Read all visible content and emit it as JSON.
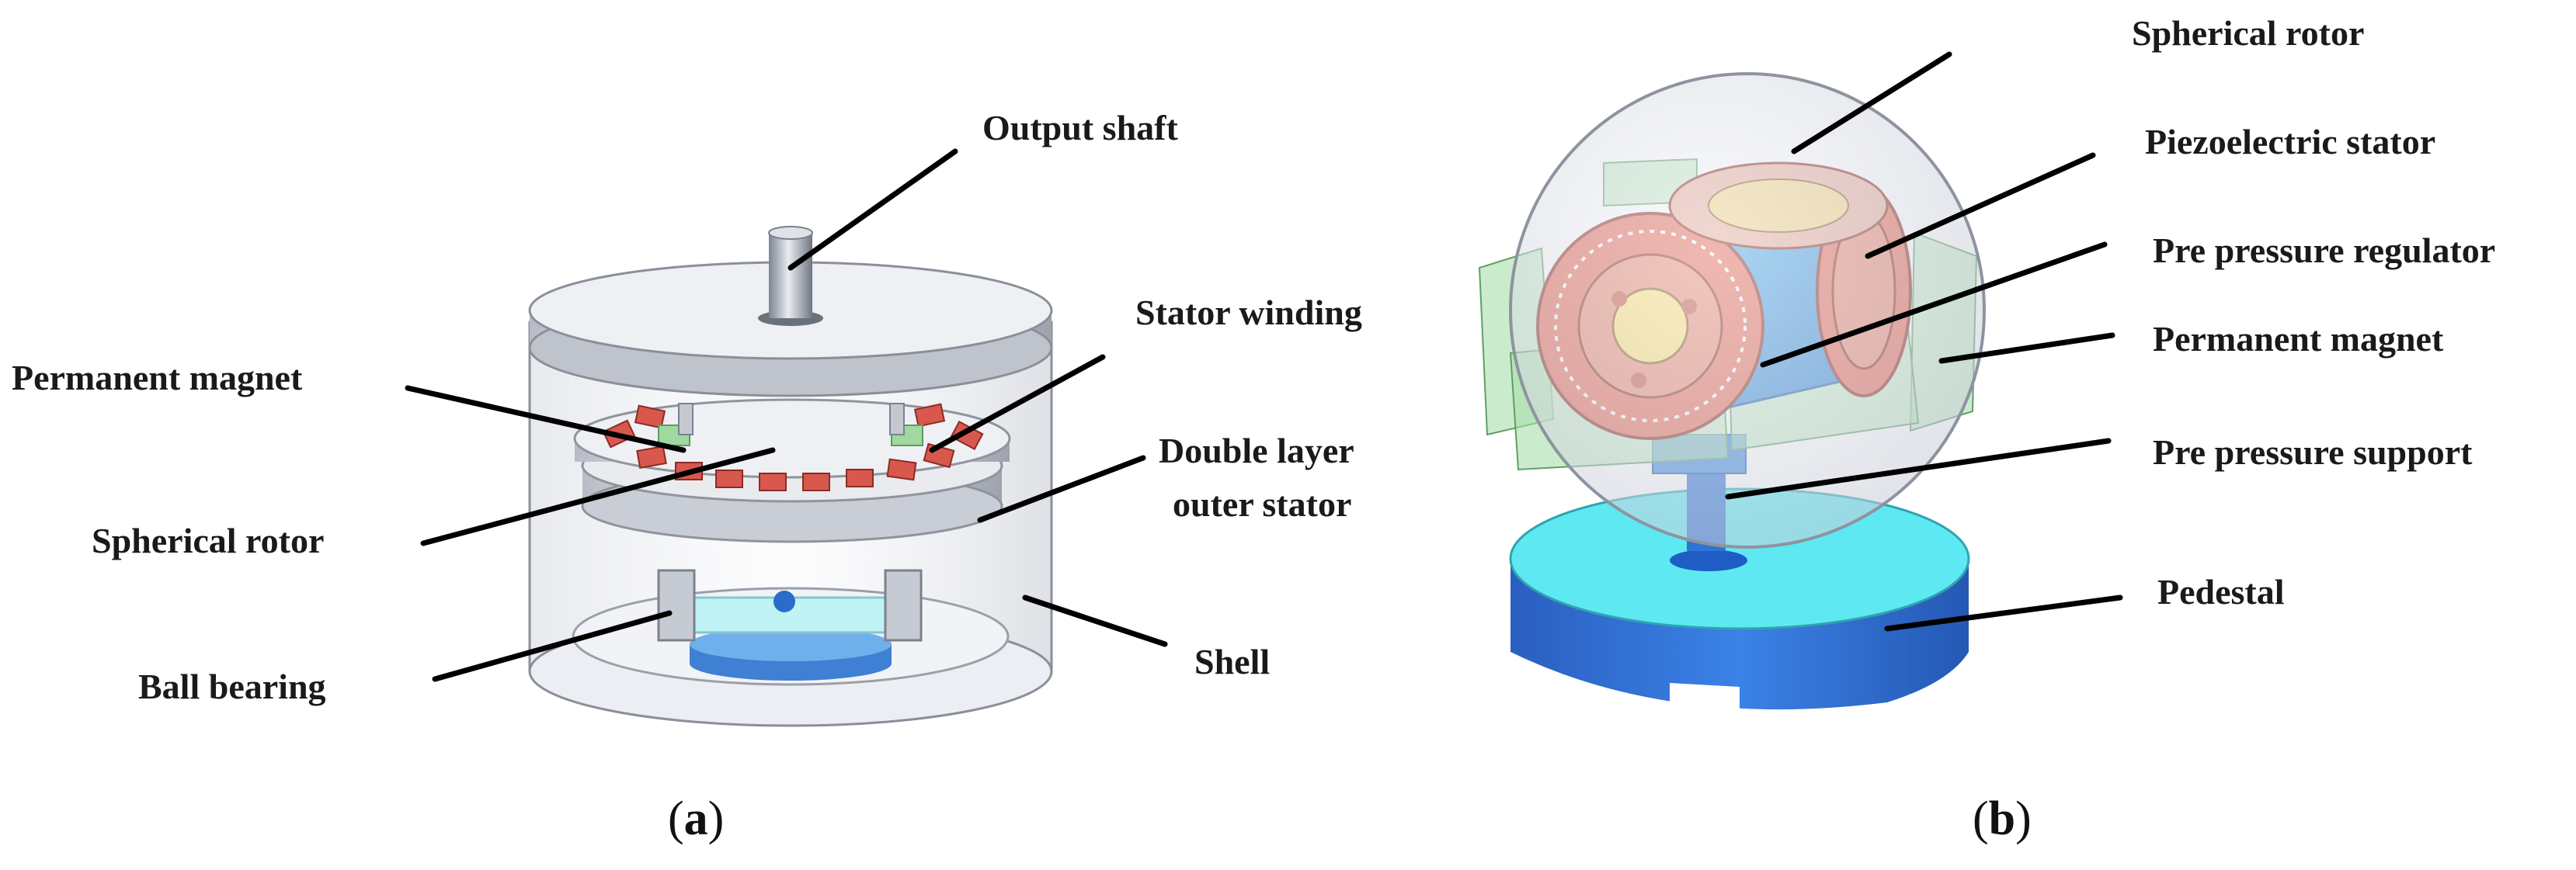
{
  "panels": [
    {
      "caption_open": "(",
      "caption_letter": "a",
      "caption_close": ")",
      "labels": {
        "output_shaft": "Output shaft",
        "stator_winding": "Stator winding",
        "permanent_magnet": "Permanent magnet",
        "double_layer_line1": "Double layer",
        "double_layer_line2": "outer stator",
        "spherical_rotor": "Spherical rotor",
        "shell": "Shell",
        "ball_bearing": "Ball bearing"
      }
    },
    {
      "caption_open": "(",
      "caption_letter": "b",
      "caption_close": ")",
      "labels": {
        "spherical_rotor": "Spherical rotor",
        "piezoelectric_stator": "Piezoelectric stator",
        "pre_pressure_regulator": "Pre pressure regulator",
        "permanent_magnet": "Permanent magnet",
        "pre_pressure_support": "Pre pressure support",
        "pedestal": "Pedestal"
      }
    }
  ],
  "colors": {
    "coil": "#d8584e",
    "magnet_green": "#9fd9a0",
    "pedestal_top": "#5ee8f2",
    "pedestal_side": "#2f6fd3",
    "rotor_blue": "#3ca3e6",
    "disc": "#e76a56",
    "disc_center": "#ffe27a"
  }
}
